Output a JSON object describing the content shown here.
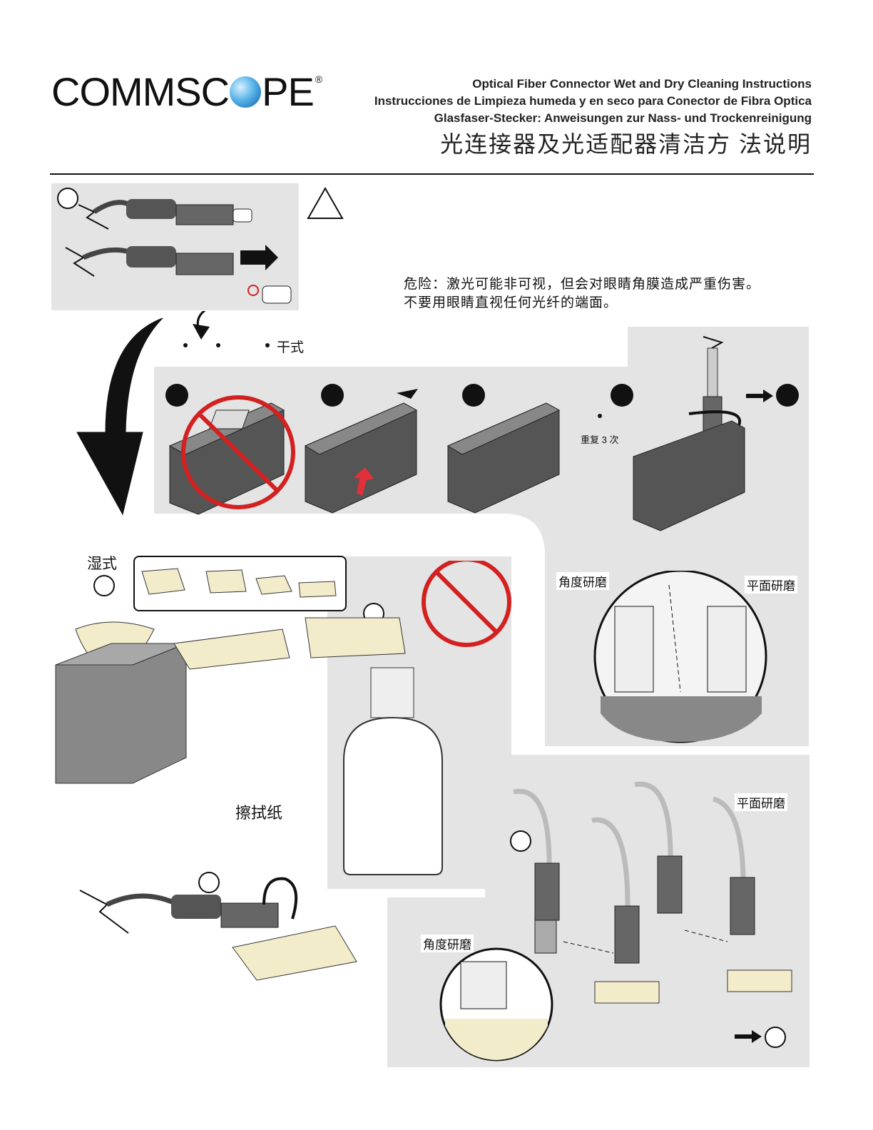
{
  "header": {
    "logo_text": "COMMSCOPE",
    "logo_mark": "®",
    "title_en": "Optical Fiber Connector Wet and Dry Cleaning Instructions",
    "title_es": "Instrucciones de Limpieza humeda y en seco para Conector de Fibra Optica",
    "title_de": "Glasfaser-Stecker: Anweisungen zur Nass- und Trockenreinigung",
    "title_zh": "光连接器及光适配器清洁方 法说明"
  },
  "warning": {
    "line1": "危险：激光可能非可视，但会对眼睛角膜造成严重伤害。",
    "line2": "不要用眼睛直视任何光纤的端面。"
  },
  "dry": {
    "label": "干式",
    "repeat": "重复 3 次",
    "angle_polish": "角度研磨",
    "flat_polish": "平面研磨"
  },
  "wet": {
    "label": "湿式",
    "wipe_paper": "擦拭纸",
    "angle_polish": "角度研磨",
    "flat_polish": "平面研磨"
  },
  "colors": {
    "panel": "#e4e4e4",
    "tissue": "#f3eccb",
    "prohibit": "#d32020",
    "arrow_red": "#e0303a",
    "logo_blue": "#0b5fa8"
  }
}
